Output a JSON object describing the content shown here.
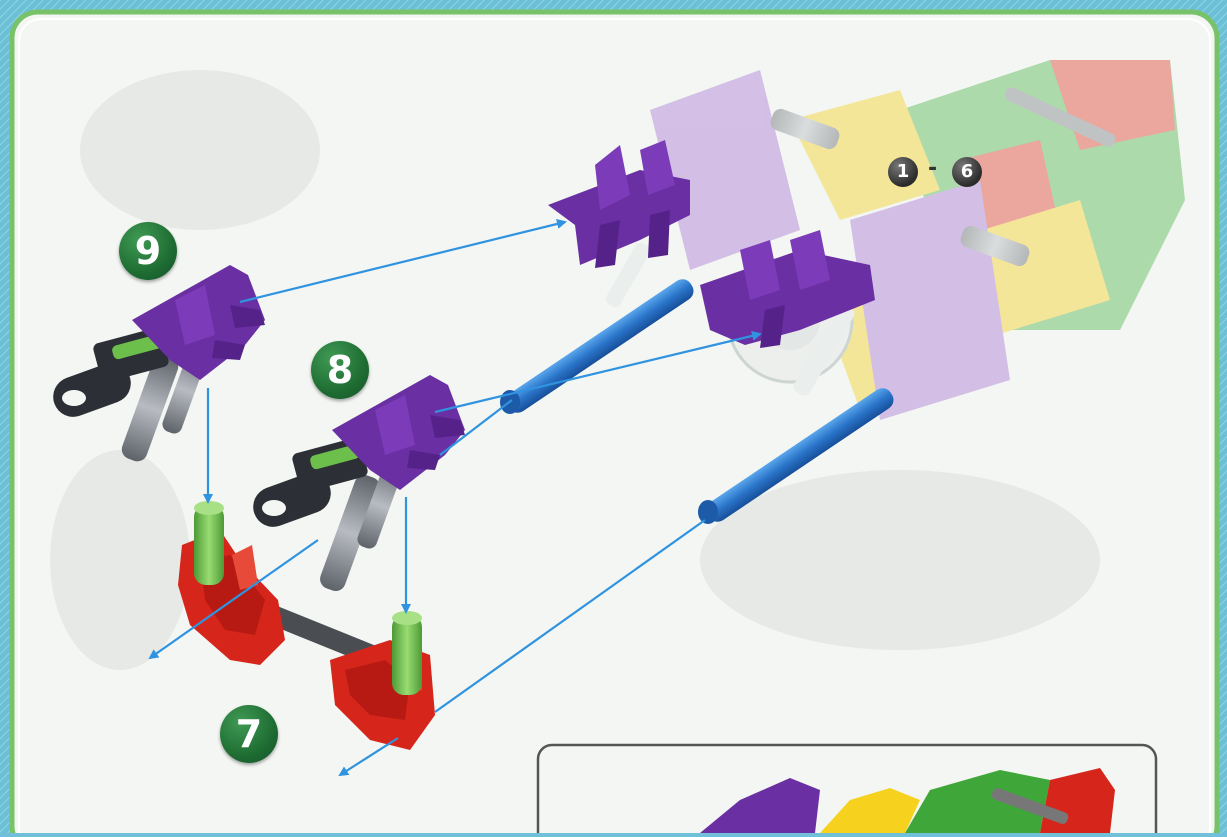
{
  "steps": {
    "step7": "7",
    "step8": "8",
    "step9": "9"
  },
  "reference": {
    "from": "1",
    "separator": "-",
    "to": "6"
  },
  "colors": {
    "frame_border": "#78c26a",
    "background_pattern": "#6fc0d8",
    "panel": "#f3f6f2",
    "step_badge": "#1f6d33",
    "connector_purple": "#6a2fa3",
    "rod_blue": "#2a74c9",
    "connector_red": "#d6261c",
    "clip_green": "#6cbf4a",
    "rod_gray": "#8e9299",
    "guide_arrow": "#2f93e0"
  },
  "icons": [
    "purple-connector-icon",
    "red-connector-icon",
    "blue-rod-icon",
    "gray-rod-icon",
    "green-clip-icon",
    "guide-arrow-icon"
  ]
}
